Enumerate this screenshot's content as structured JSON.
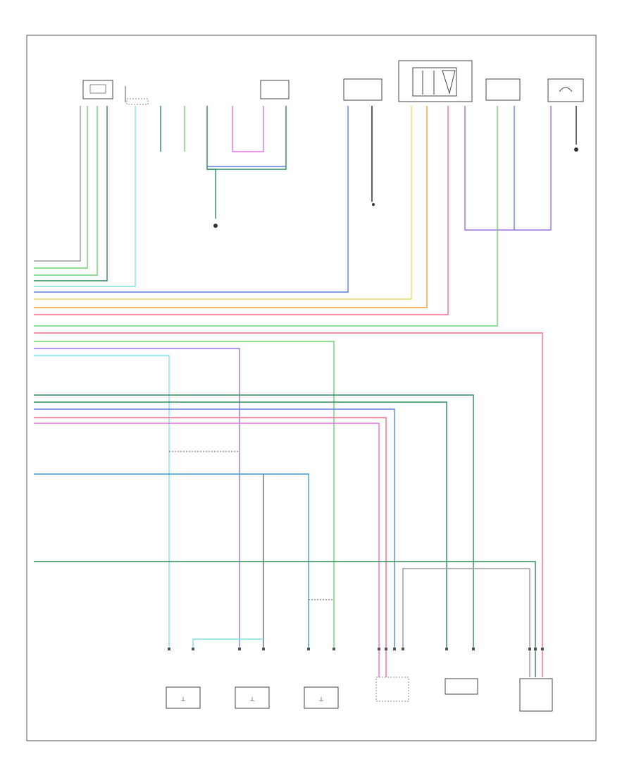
{
  "footer": {
    "code": ""
  },
  "colors": {
    "black": "#222222",
    "dark_green": "#2e8b57",
    "light_green": "#6fd36f",
    "cyan": "#7fe0e8",
    "blue": "#5b7fe0",
    "violet": "#a070e0",
    "orange": "#f0a030",
    "yellow": "#e8dc60",
    "pink": "#ff6a8a",
    "magenta": "#e070e0",
    "steel_blue": "#3a9ad8",
    "grey": "#999999"
  },
  "components": [
    {
      "id": "c1",
      "label": ""
    },
    {
      "id": "c2",
      "label": ""
    },
    {
      "id": "c3",
      "label": ""
    },
    {
      "id": "c4",
      "label": ""
    },
    {
      "id": "c5",
      "label": ""
    },
    {
      "id": "c6",
      "label": ""
    },
    {
      "id": "c7",
      "label": ""
    },
    {
      "id": "c8",
      "label": ""
    },
    {
      "id": "c9",
      "label": ""
    },
    {
      "id": "c10",
      "label": ""
    },
    {
      "id": "c11",
      "label": ""
    },
    {
      "id": "c12",
      "label": ""
    },
    {
      "id": "c13",
      "label": ""
    },
    {
      "id": "c14",
      "label": ""
    }
  ]
}
